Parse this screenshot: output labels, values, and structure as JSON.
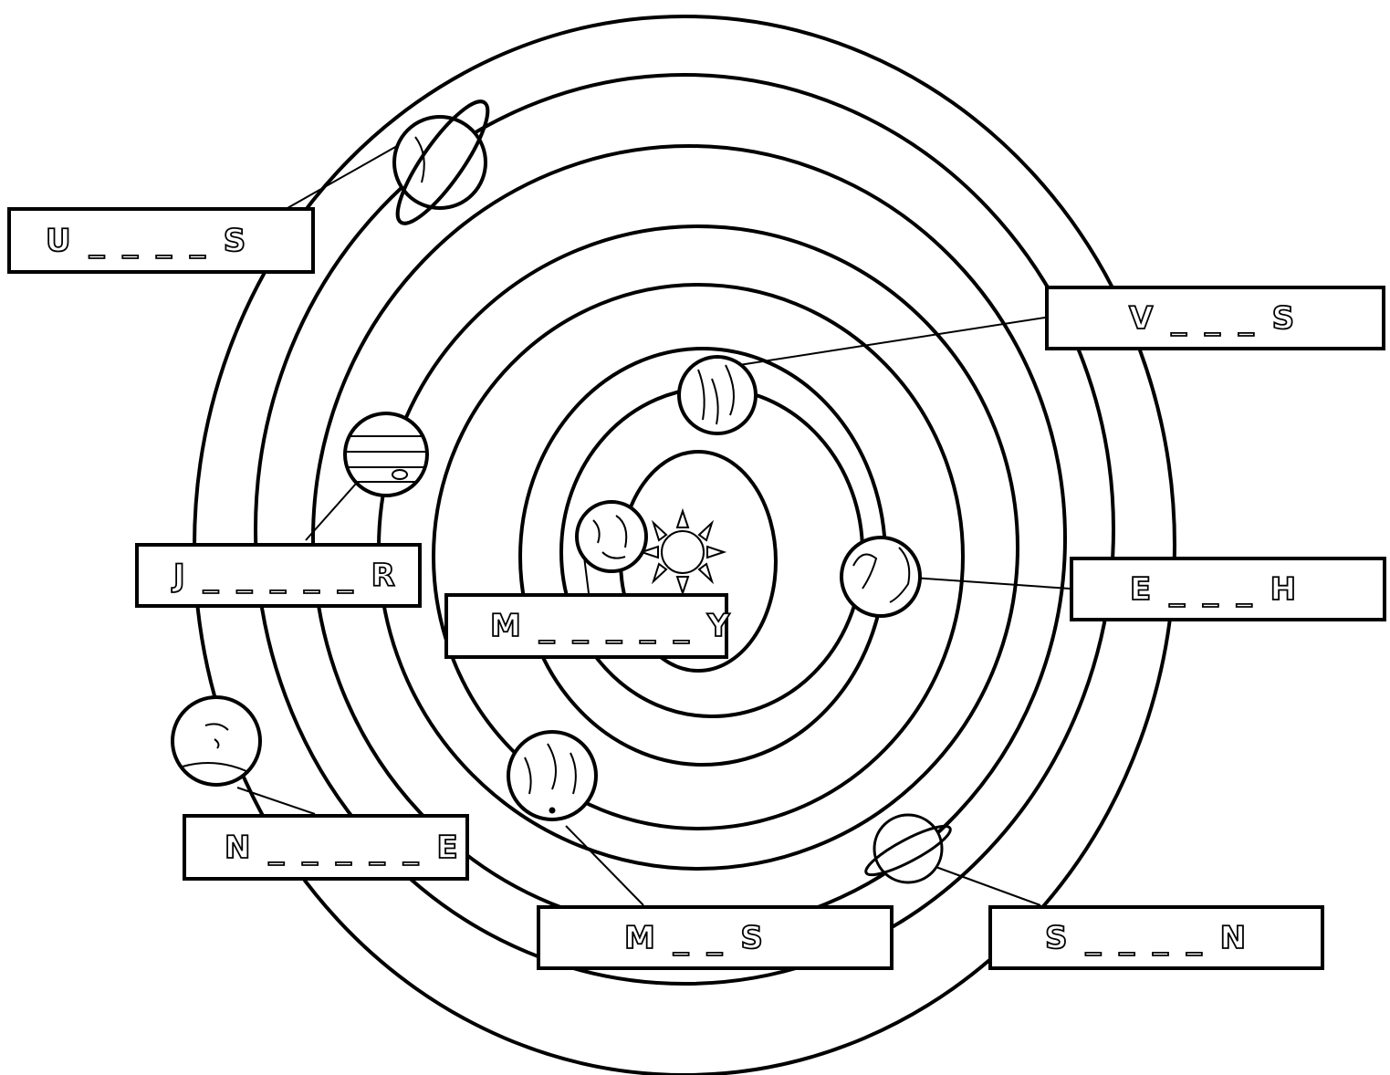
{
  "labels": {
    "uranus": "U _ _ _ _ S",
    "venus": "V _ _ _ S",
    "jupiter": "J _ _ _ _ _ R",
    "earth": "E _ _ _ H",
    "mercury": "M _ _ _ _ _ Y",
    "neptune": "N _ _ _ _ _ E",
    "mars": "M _ _ S",
    "saturn": "S _ _ _ _ N"
  },
  "colors": {
    "ink": "#000000",
    "paper": "#ffffff"
  }
}
